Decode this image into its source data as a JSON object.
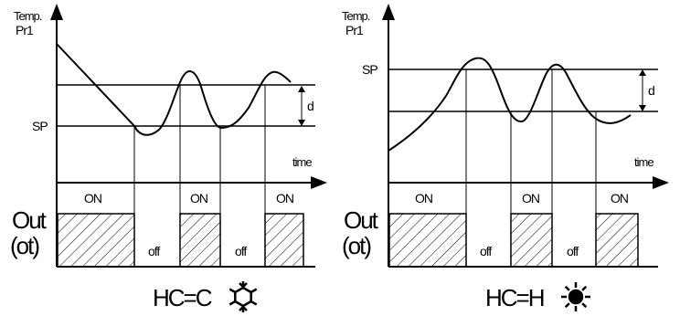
{
  "left": {
    "y_label_1": "Temp.",
    "y_label_2": "Pr1",
    "sp_label": "SP",
    "d_label": "d",
    "time_label": "time",
    "on_labels": [
      "ON",
      "ON",
      "ON"
    ],
    "off_labels": [
      "off",
      "off"
    ],
    "out_label": "Out",
    "ot_label": "(ot)",
    "mode_label": "HC=C",
    "mode_icon": "snowflake-icon"
  },
  "right": {
    "y_label_1": "Temp.",
    "y_label_2": "Pr1",
    "sp_label": "SP",
    "d_label": "d",
    "time_label": "time",
    "on_labels": [
      "ON",
      "ON",
      "ON"
    ],
    "off_labels": [
      "off",
      "off"
    ],
    "out_label": "Out",
    "ot_label": "(ot)",
    "mode_label": "HC=H",
    "mode_icon": "sun-icon"
  }
}
